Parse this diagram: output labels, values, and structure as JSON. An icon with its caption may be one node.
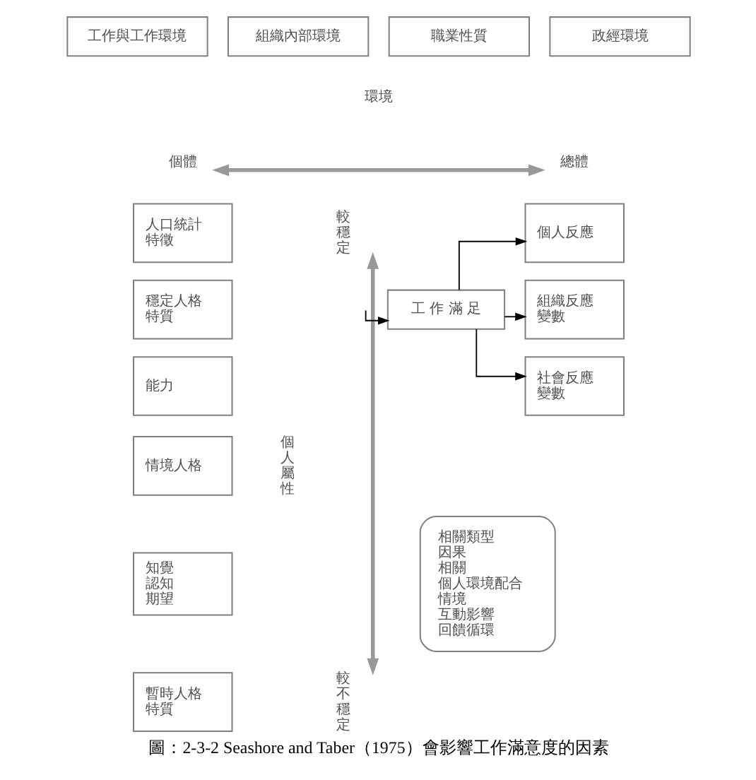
{
  "diagram": {
    "caption": "圖：2-3-2 Seashore and Taber（1975）會影響工作滿意度的因素",
    "nodes": [
      {
        "text": [
          "工作與工作環境"
        ]
      },
      {
        "text": [
          "組織內部環境"
        ]
      },
      {
        "text": [
          "職業性質"
        ]
      },
      {
        "text": [
          "政經環境"
        ]
      },
      {
        "text": [
          "個體"
        ]
      },
      {
        "text": [
          "總體"
        ]
      },
      {
        "text": [
          "人口統計特徵"
        ]
      },
      {
        "text": [
          "穩定人格特質"
        ]
      },
      {
        "text": [
          "能力"
        ]
      },
      {
        "text": [
          "情境人格"
        ]
      },
      {
        "text": [
          "知覺",
          "認知",
          "期望"
        ]
      },
      {
        "text": [
          "暫時人格特質"
        ]
      },
      {
        "text": [
          "較穩定"
        ]
      },
      {
        "text": [
          "較不穩定"
        ]
      },
      {
        "text": [
          "工 作 滿 足"
        ]
      },
      {
        "text": [
          "個人反應"
        ]
      },
      {
        "text": [
          "組織反應變數"
        ]
      },
      {
        "text": [
          "社會反應變數"
        ]
      },
      {
        "text": [
          "相關類型",
          "因果",
          "相關",
          "個人環境配合",
          "情境",
          "互動影響",
          "回饋循環"
        ]
      }
    ],
    "edges": [
      {
        "from": 4,
        "to": 5,
        "arrow": "both",
        "style": "thick",
        "color": "#999999"
      },
      {
        "from": 12,
        "to": 13,
        "arrow": "both",
        "style": "thick",
        "color": "#999999"
      },
      {
        "from": null,
        "to": 14,
        "arrow": "to"
      },
      {
        "from": 14,
        "to": 15,
        "arrow": "to"
      },
      {
        "from": 14,
        "to": 16,
        "arrow": "to"
      },
      {
        "from": 14,
        "to": 17,
        "arrow": "to"
      }
    ],
    "labels": [
      "環境",
      "個人屬性"
    ]
  }
}
